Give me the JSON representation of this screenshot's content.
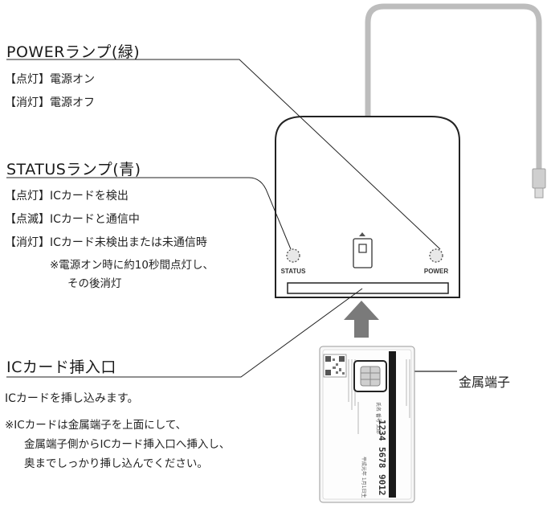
{
  "power": {
    "title": "POWERランプ(緑)",
    "lines": [
      "【点灯】電源オン",
      "【消灯】電源オフ"
    ]
  },
  "status": {
    "title": "STATUSランプ(青)",
    "lines": [
      "【点灯】ICカードを検出",
      "【点滅】ICカードと通信中",
      "【消灯】ICカード未検出または未通信時"
    ],
    "notes": [
      "※電源オン時に約10秒間点灯し、",
      "その後消灯"
    ]
  },
  "slot": {
    "title": "ICカード挿入口",
    "line": "ICカードを挿し込みます。",
    "notes": [
      "※ICカードは金属端子を上面にして、",
      "金属端子側からICカード挿入口へ挿入し、",
      "奥までしっかり挿し込んでください。"
    ]
  },
  "device": {
    "status_label": "STATUS",
    "power_label": "POWER"
  },
  "card": {
    "chip_label": "金属端子",
    "numbers": [
      "1234",
      "5678",
      "9012"
    ],
    "name_text": "氏名 番号 太郎",
    "date_text": "平成元年 1月1日生"
  },
  "colors": {
    "device_outline": "#222222",
    "cable": "#bdbdbd",
    "arrow": "#7a7a7a",
    "card_stripe": "#1a1a1a"
  }
}
